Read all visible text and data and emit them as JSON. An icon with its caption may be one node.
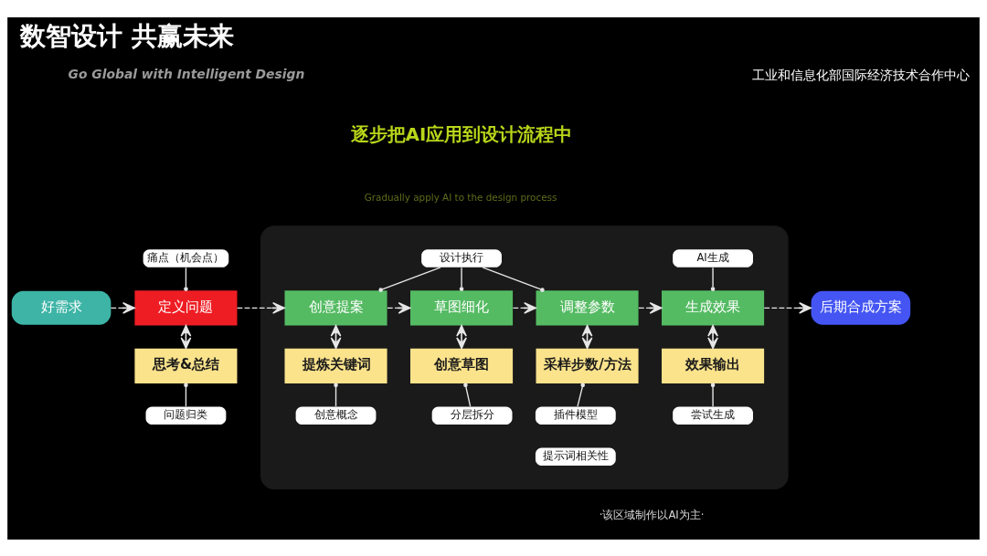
{
  "diagram": {
    "title": "数智设计 共赢未来",
    "nodes": [
      {
        "text": [
          "好需求"
        ]
      },
      {
        "text": [
          "痛点（机会点）"
        ]
      },
      {
        "text": [
          "定义问题"
        ]
      },
      {
        "text": [
          "思考&总结"
        ]
      },
      {
        "text": [
          "问题归类"
        ]
      },
      {
        "text": [],
        "shape": "box",
        "beside": [
          "·该区域制作以AI为主·"
        ]
      },
      {
        "text": [
          "设计执行"
        ],
        "in": 5
      },
      {
        "text": [
          "创意提案"
        ],
        "in": 5
      },
      {
        "text": [
          "提炼关键词"
        ],
        "in": 5
      },
      {
        "text": [
          "创意概念"
        ],
        "in": 5
      },
      {
        "text": [
          "草图细化"
        ],
        "in": 5
      },
      {
        "text": [
          "创意草图"
        ],
        "in": 5
      },
      {
        "text": [
          "分层拆分"
        ],
        "in": 5
      },
      {
        "text": [
          "调整参数"
        ],
        "in": 5
      },
      {
        "text": [
          "采样步数/方法"
        ],
        "in": 5
      },
      {
        "text": [
          "插件模型"
        ],
        "in": 5
      },
      {
        "text": [
          "提示词相关性"
        ],
        "in": 5
      },
      {
        "text": [
          "AI生成"
        ],
        "in": 5
      },
      {
        "text": [
          "生成效果"
        ],
        "in": 5
      },
      {
        "text": [
          "效果输出"
        ],
        "in": 5
      },
      {
        "text": [
          "尝试生成"
        ],
        "in": 5
      },
      {
        "text": [
          "后期合成方案"
        ]
      }
    ],
    "edges": [
      {
        "from": 0,
        "to": 2,
        "arrow": "to",
        "style": "dashed"
      },
      {
        "from": 1,
        "to": 2,
        "arrow": "other"
      },
      {
        "from": 2,
        "to": 3,
        "arrow": "both"
      },
      {
        "from": 3,
        "to": 4,
        "arrow": "other"
      },
      {
        "from": 2,
        "to": 7,
        "arrow": "to",
        "style": "dashed"
      },
      {
        "from": 6,
        "to": 7,
        "arrow": "other"
      },
      {
        "from": 6,
        "to": 10,
        "arrow": "other"
      },
      {
        "from": 6,
        "to": 13,
        "arrow": "other"
      },
      {
        "from": 7,
        "to": 8,
        "arrow": "both"
      },
      {
        "from": 8,
        "to": 9,
        "arrow": "other"
      },
      {
        "from": 7,
        "to": 10,
        "arrow": "to",
        "style": "dashed"
      },
      {
        "from": 10,
        "to": 11,
        "arrow": "both"
      },
      {
        "from": 11,
        "to": 12,
        "arrow": "other"
      },
      {
        "from": 10,
        "to": 13,
        "arrow": "to",
        "style": "dashed"
      },
      {
        "from": 13,
        "to": 14,
        "arrow": "both"
      },
      {
        "from": 14,
        "to": 15,
        "arrow": "other"
      },
      {
        "from": 13,
        "to": 18,
        "arrow": "to",
        "style": "dashed"
      },
      {
        "from": 17,
        "to": 18,
        "arrow": "other"
      },
      {
        "from": 18,
        "to": 19,
        "arrow": "both"
      },
      {
        "from": 19,
        "to": 20,
        "arrow": "other"
      },
      {
        "from": 18,
        "to": 21,
        "arrow": "to",
        "style": "dashed"
      }
    ],
    "labels": [
      "Go Global with Intelligent Design",
      "工业和信息化部国际经济技术合作中心",
      "逐步把AI应用到设计流程中",
      "Gradually apply AI to the design process"
    ]
  }
}
